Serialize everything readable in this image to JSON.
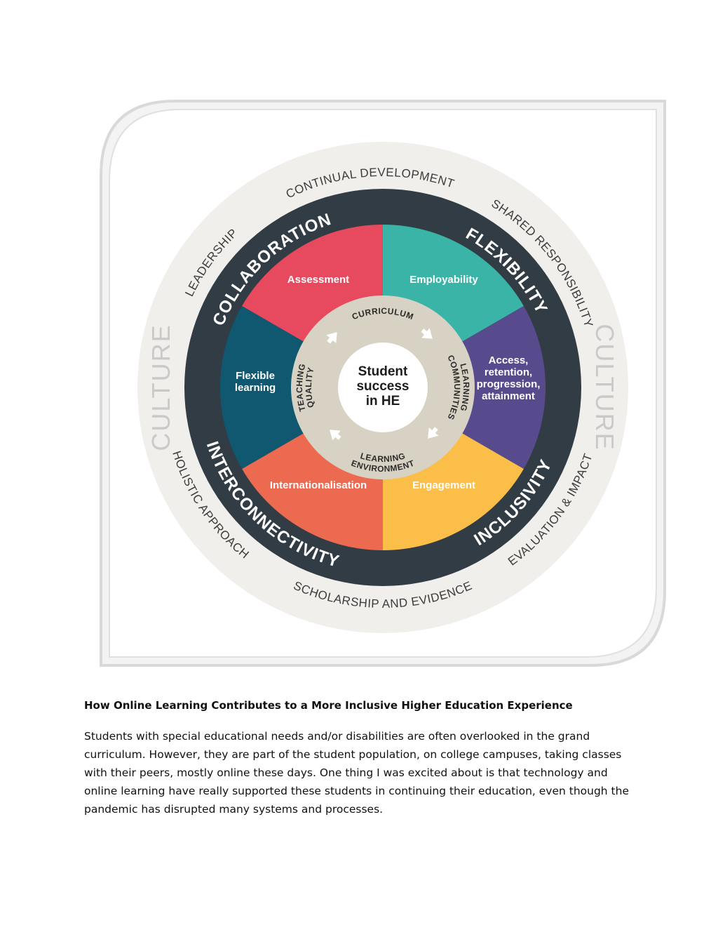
{
  "diagram": {
    "outer_ring": [
      "CONTINUAL DEVELOPMENT",
      "SHARED RESPONSIBILITY",
      "EVALUATION & IMPACT",
      "SCHOLARSHIP AND EVIDENCE",
      "HOLISTIC APPROACH",
      "LEADERSHIP"
    ],
    "culture_left": "CULTURE",
    "culture_right": "CULTURE",
    "dark_ring": [
      "COLLABORATION",
      "FLEXIBILITY",
      "INCLUSIVITY",
      "INTERCONNECTIVITY"
    ],
    "segments": [
      {
        "label": "Assessment",
        "color": "#e74a5e"
      },
      {
        "label": "Employability",
        "color": "#3bb4a8"
      },
      {
        "label": "Access, retention, progression, attainment",
        "color": "#584b8d"
      },
      {
        "label": "Engagement",
        "color": "#fbbe48"
      },
      {
        "label": "Internationalisation",
        "color": "#ec6a50"
      },
      {
        "label": "Flexible learning",
        "color": "#0f5870"
      }
    ],
    "inner_ring": [
      "CURRICULUM",
      "LEARNING COMMUNITIES",
      "LEARNING ENVIRONMENT",
      "TEACHING QUALITY"
    ],
    "center": [
      "Student",
      "success",
      "in HE"
    ],
    "colors": {
      "dark_ring": "#323c45",
      "outer_ring": "#f1efeb",
      "inner_ring": "#d8d2c4",
      "culture_text": "#cbcbcb"
    }
  },
  "article": {
    "heading": "How Online Learning Contributes to a More Inclusive Higher Education Experience",
    "body": "Students with special educational needs and/or disabilities are often overlooked in the grand curriculum. However, they are part of the student population, on college campuses, taking classes with their peers, mostly online these days. One thing I was excited about is that technology and online learning have really supported these students in continuing their education, even though the pandemic has disrupted many systems and processes."
  }
}
